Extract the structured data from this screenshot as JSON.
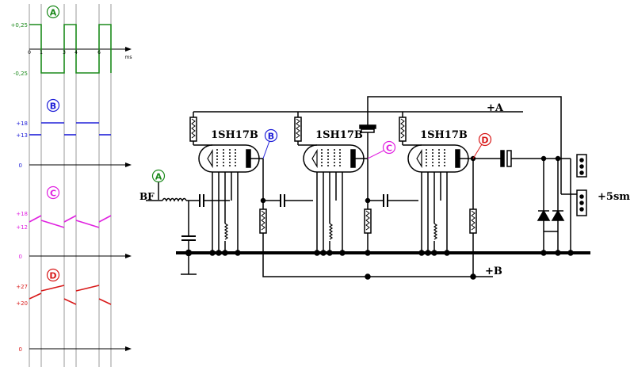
{
  "colors": {
    "green": "#1c8a1c",
    "blue": "#2020d8",
    "magenta": "#e020e0",
    "red": "#d81818",
    "black": "#000000",
    "grid": "#999999"
  },
  "timing": {
    "a": {
      "marker": "A",
      "top": "+0,25",
      "bottom": "-0,25",
      "ticks": [
        "0",
        "1",
        "3",
        "4",
        "6"
      ],
      "unit": "ms"
    },
    "b": {
      "marker": "B",
      "v1": "+18",
      "v2": "+13",
      "zero": "0"
    },
    "c": {
      "marker": "C",
      "v1": "+18",
      "v2": "+12",
      "zero": "0"
    },
    "d": {
      "marker": "D",
      "v1": "+27",
      "v2": "+20",
      "zero": "0"
    }
  },
  "schematic": {
    "tube1": "1SH17B",
    "tube2": "1SH17B",
    "tube3": "1SH17B",
    "input": "BF",
    "rail_a": "+A",
    "rail_b": "+B",
    "output": "+5sm",
    "marker_a": "A",
    "marker_b": "B",
    "marker_c": "C",
    "marker_d": "D"
  }
}
